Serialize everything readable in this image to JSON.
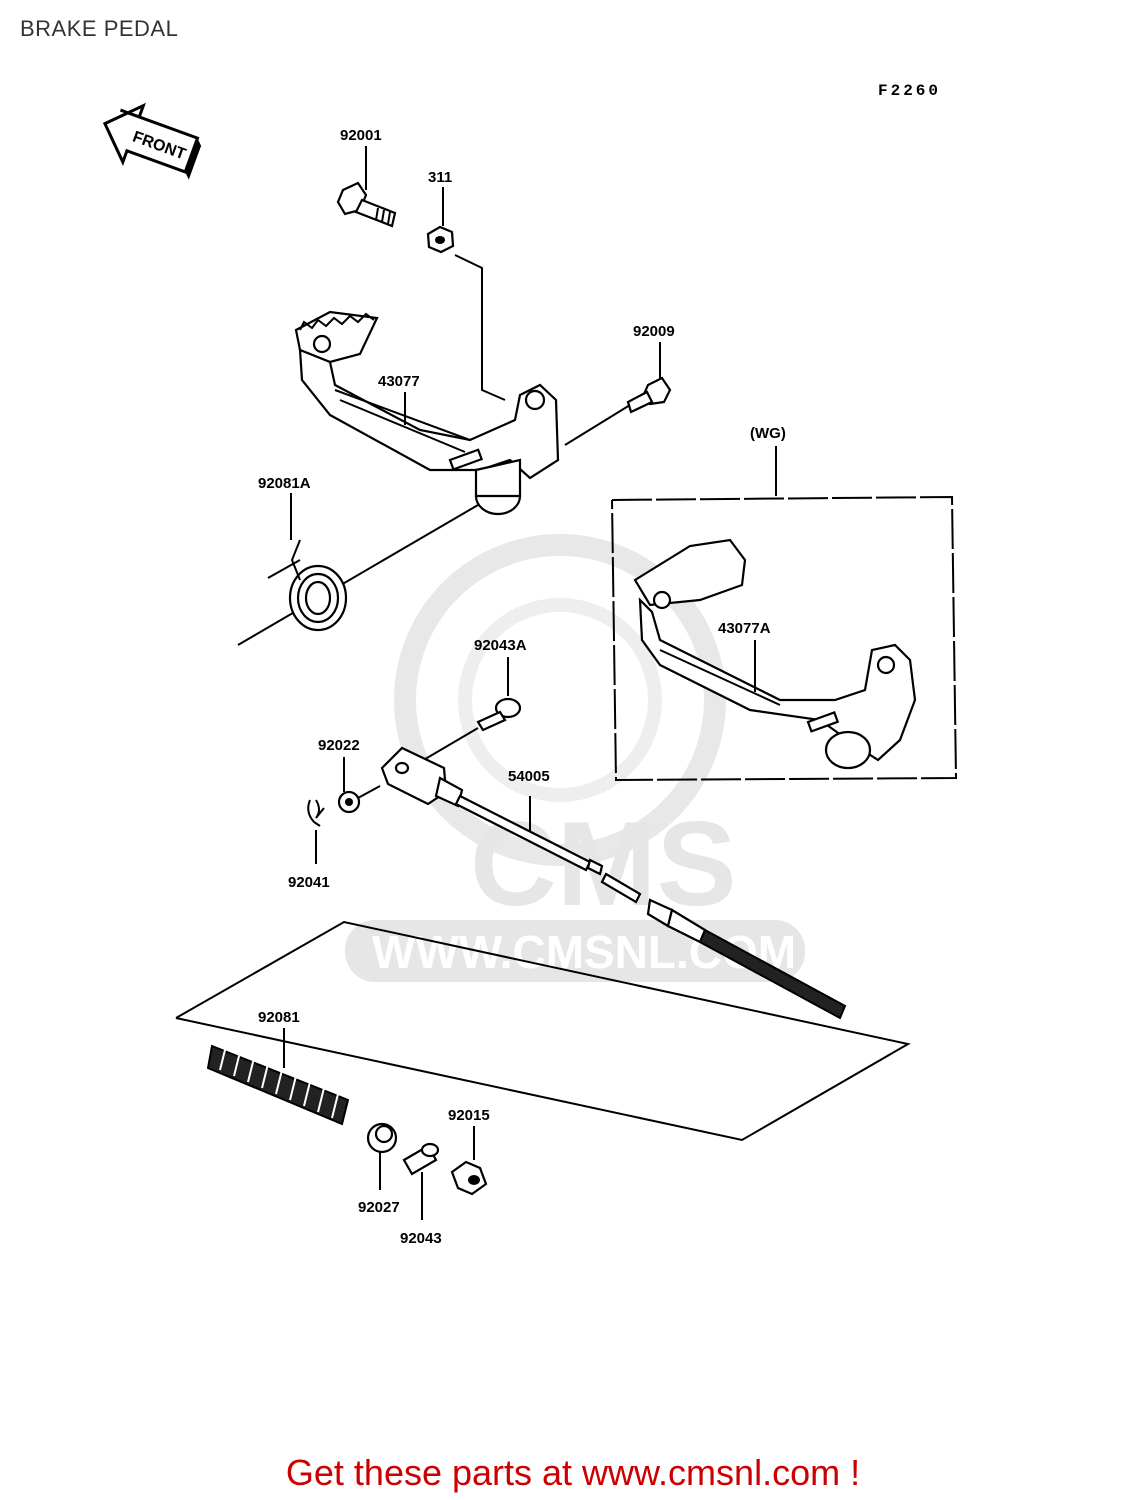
{
  "header": {
    "title": "BRAKE PEDAL",
    "figure_code": "F2260"
  },
  "direction_badge": {
    "label": "FRONT"
  },
  "variant_box": {
    "label": "(WG)"
  },
  "watermark": {
    "brand": "CMS",
    "url": "WWW.CMSNL.COM"
  },
  "parts": [
    {
      "number": "92001"
    },
    {
      "number": "311"
    },
    {
      "number": "92009"
    },
    {
      "number": "43077"
    },
    {
      "number": "92081A"
    },
    {
      "number": "43077A"
    },
    {
      "number": "92043A"
    },
    {
      "number": "92022"
    },
    {
      "number": "54005"
    },
    {
      "number": "92041"
    },
    {
      "number": "92081"
    },
    {
      "number": "92015"
    },
    {
      "number": "92027"
    },
    {
      "number": "92043"
    }
  ],
  "footer": {
    "text": "Get these parts at www.cmsnl.com !"
  }
}
